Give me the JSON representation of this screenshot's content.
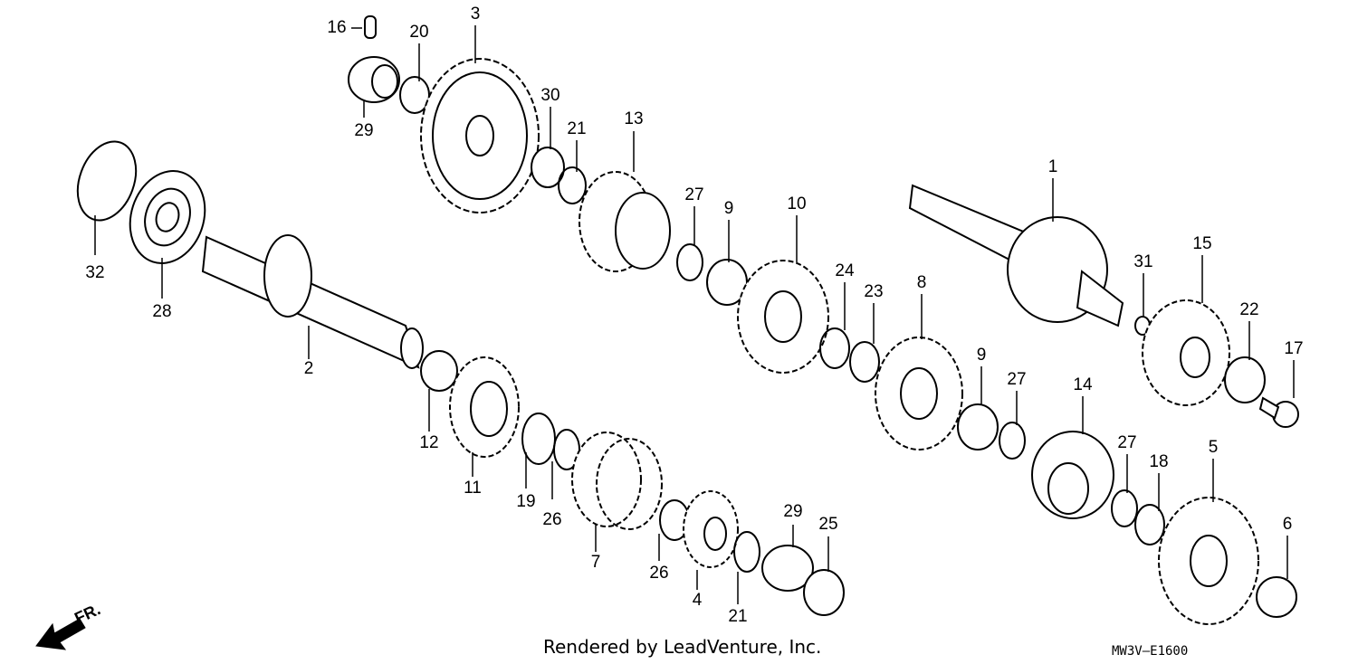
{
  "callouts": [
    "1",
    "2",
    "3",
    "4",
    "5",
    "6",
    "7",
    "8",
    "9",
    "9",
    "10",
    "11",
    "12",
    "13",
    "14",
    "15",
    "16",
    "17",
    "18",
    "19",
    "20",
    "21",
    "21",
    "22",
    "23",
    "24",
    "25",
    "26",
    "26",
    "27",
    "27",
    "27",
    "28",
    "29",
    "29",
    "30",
    "31",
    "32"
  ],
  "direction_label": "FR.",
  "credit": "Rendered by LeadVenture, Inc.",
  "diagram_code": "MW3V—E1600"
}
